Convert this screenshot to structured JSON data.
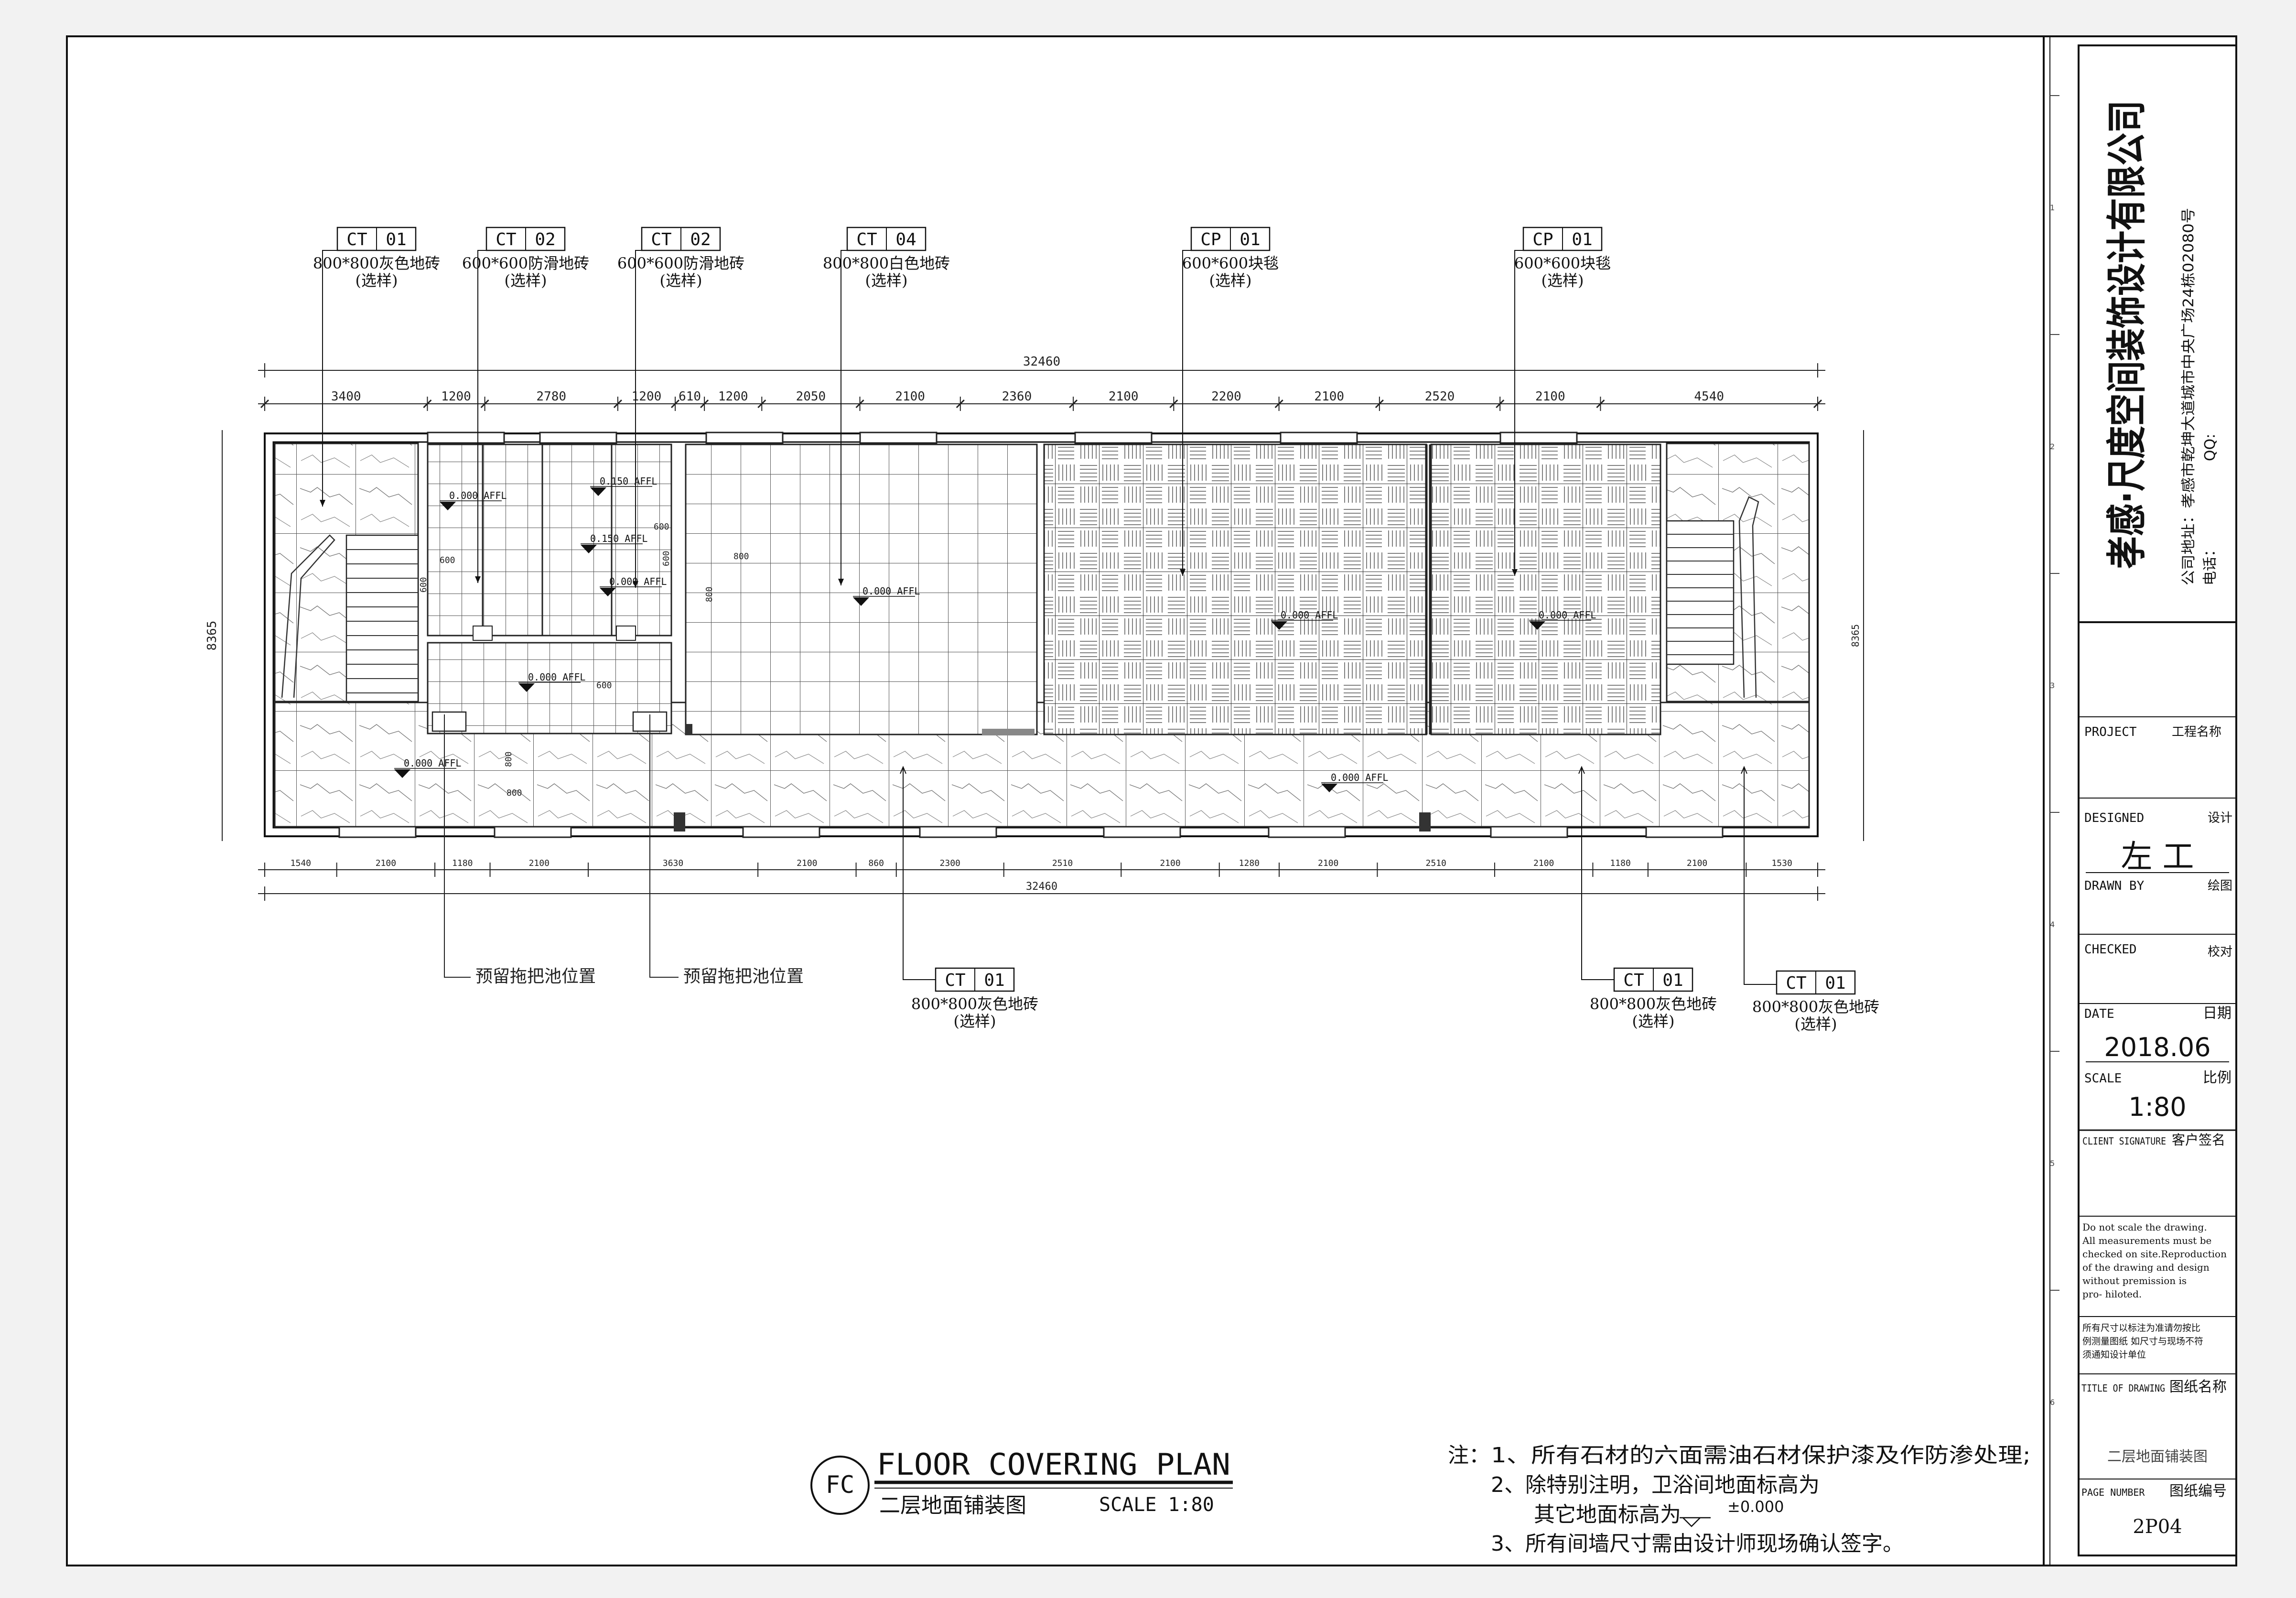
{
  "material_tags": [
    {
      "code": "CT",
      "num": "01",
      "desc": "800*800灰色地砖",
      "note": "(选样)"
    },
    {
      "code": "CT",
      "num": "02",
      "desc": "600*600防滑地砖",
      "note": "(选样)"
    },
    {
      "code": "CT",
      "num": "02",
      "desc": "600*600防滑地砖",
      "note": "(选样)"
    },
    {
      "code": "CT",
      "num": "04",
      "desc": "800*800白色地砖",
      "note": "(选样)"
    },
    {
      "code": "CP",
      "num": "01",
      "desc": "600*600块毯",
      "note": "(选样)"
    },
    {
      "code": "CP",
      "num": "01",
      "desc": "600*600块毯",
      "note": "(选样)"
    }
  ],
  "bottom_tags": [
    {
      "code": "CT",
      "num": "01",
      "desc": "800*800灰色地砖",
      "note": "(选样)"
    },
    {
      "code": "CT",
      "num": "01",
      "desc": "800*800灰色地砖",
      "note": "(选样)"
    },
    {
      "code": "CT",
      "num": "01",
      "desc": "800*800灰色地砖",
      "note": "(选样)"
    }
  ],
  "mop_sink_labels": [
    "预留拖把池位置",
    "预留拖把池位置"
  ],
  "dimensions": {
    "overall_top": "32460",
    "overall_bottom": "32460",
    "height_left": "8365",
    "height_right": "8365",
    "top_segments": [
      "3400",
      "1200",
      "2780",
      "1200",
      "610",
      "1200",
      "2050",
      "2100",
      "2360",
      "2100",
      "2200",
      "2100",
      "2520",
      "2100",
      "4540"
    ],
    "bottom_segments": [
      "1540",
      "2100",
      "1180",
      "2100",
      "3630",
      "2100",
      "860",
      "2300",
      "2510",
      "2100",
      "1280",
      "2100",
      "2510",
      "2100",
      "1180",
      "2100",
      "1530"
    ],
    "inner": [
      "600",
      "600",
      "600",
      "600",
      "800",
      "800",
      "800",
      "600",
      "800"
    ]
  },
  "levels": [
    "0.000 AFFL",
    "0.150 AFFL",
    "0.150 AFFL",
    "0.000 AFFL",
    "0.000 AFFL",
    "0.000 AFFL",
    "0.000 AFFL",
    "0.000 AFFL",
    "0.000 AFFL",
    "0.000 AFFL"
  ],
  "drawing_title": {
    "badge": "FC",
    "en": "FLOOR COVERING PLAN",
    "cn": "二层地面铺装图",
    "scale": "SCALE 1:80"
  },
  "notes": {
    "prefix": "注：",
    "line1": "1、所有石材的六面需油石材保护漆及作防渗处理;",
    "line2": "2、除特别注明，卫浴间地面标高为",
    "line2b": "其它地面标高为",
    "level": "±0.000",
    "line3": "3、所有间墙尺寸需由设计师现场确认签字。"
  },
  "title_block": {
    "company": "孝感·尺度空间装饰设计有限公司",
    "address": "公司地址：孝感市乾坤大道城市中央广场24栋02080号",
    "phone": "电话：",
    "qq": "QQ:",
    "project_en": "PROJECT",
    "project_cn": "工程名称",
    "designed_en": "DESIGNED",
    "designed_cn": "设计",
    "designer": "左 工",
    "drawn_en": "DRAWN BY",
    "drawn_cn": "绘图",
    "checked_en": "CHECKED",
    "checked_cn": "校对",
    "date_en": "DATE",
    "date_cn": "日期",
    "date": "2018.06",
    "scale_en": "SCALE",
    "scale_cn": "比例",
    "scale": "1:80",
    "client_en": "CLIENT SIGNATURE",
    "client_cn": "客户签名",
    "disclaimer_en": [
      "Do not scale the drawing.",
      "All measurements must be",
      "checked on site.Reproduction",
      "of the drawing and design",
      "without premission is",
      "pro- hiloted."
    ],
    "disclaimer_cn": [
      "所有尺寸以标注为准请勿按比",
      "例测量图纸 如尺寸与现场不符",
      "须通知设计单位"
    ],
    "title_en": "TITLE OF DRAWING",
    "title_cn": "图纸名称",
    "title_value": "二层地面铺装图",
    "page_en": "PAGE NUMBER",
    "page_cn": "图纸编号",
    "page_value": "2P04",
    "margin_marks": [
      "1",
      "2",
      "3",
      "4",
      "5",
      "6"
    ]
  }
}
